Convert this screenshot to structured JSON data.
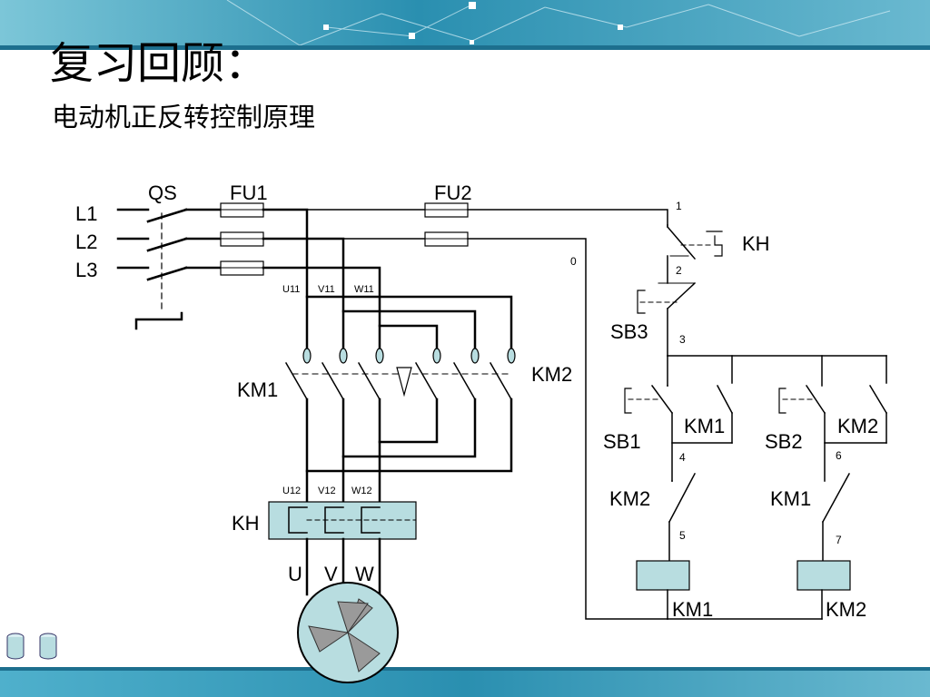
{
  "slide": {
    "title": "复习回顾：",
    "subtitle": "电动机正反转控制原理"
  },
  "labels": {
    "L1": "L1",
    "L2": "L2",
    "L3": "L3",
    "QS": "QS",
    "FU1": "FU1",
    "FU2": "FU2",
    "U11": "U11",
    "V11": "V11",
    "W11": "W11",
    "KM1_main": "KM1",
    "KM2_main": "KM2",
    "U12": "U12",
    "V12": "V12",
    "W12": "W12",
    "KH_main": "KH",
    "U": "U",
    "V": "V",
    "W": "W",
    "KH_ctrl": "KH",
    "SB3": "SB3",
    "SB1": "SB1",
    "SB2": "SB2",
    "KM1_hold": "KM1",
    "KM2_hold": "KM2",
    "KM2_interlock": "KM2",
    "KM1_interlock": "KM1",
    "KM1_coil": "KM1",
    "KM2_coil": "KM2",
    "n0": "0",
    "n1": "1",
    "n2": "2",
    "n3": "3",
    "n4": "4",
    "n5": "5",
    "n6": "6",
    "n7": "7"
  },
  "colors": {
    "banner": "#2a8fb0",
    "component_fill": "#b8dde0",
    "wire": "#000000"
  }
}
